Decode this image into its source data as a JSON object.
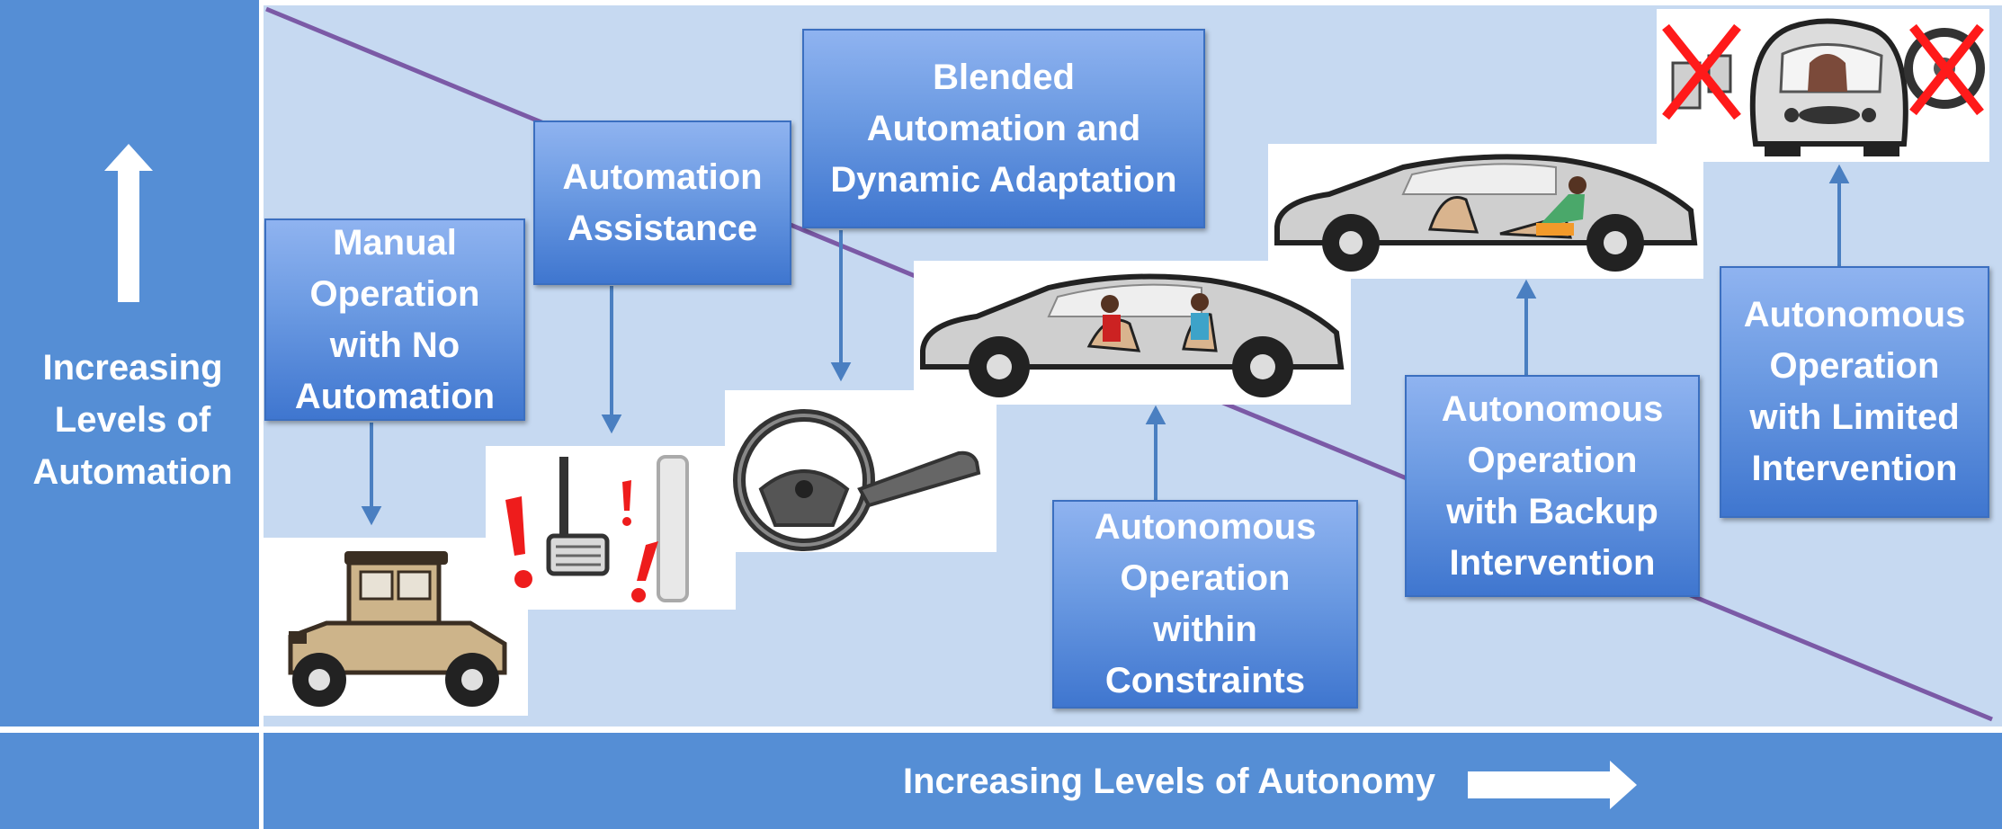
{
  "axes": {
    "vertical_label": "Increasing\nLevels of\nAutomation",
    "horizontal_label": "Increasing Levels of Autonomy"
  },
  "levels": [
    {
      "label": "Manual\nOperation\nwith No\nAutomation",
      "image": "model-t-car-icon"
    },
    {
      "label": "Automation\nAssistance",
      "image": "pedals-warning-icon"
    },
    {
      "label": "Blended\nAutomation and\nDynamic Adaptation",
      "image": "steering-wheel-icon"
    },
    {
      "label": "Autonomous\nOperation\nwithin\nConstraints",
      "image": "car-facing-seats-icon"
    },
    {
      "label": "Autonomous\nOperation\nwith Backup\nIntervention",
      "image": "car-reclined-passenger-icon"
    },
    {
      "label": "Autonomous\nOperation\nwith Limited\nIntervention",
      "image": "self-driving-pod-icon"
    }
  ],
  "colors": {
    "band": "#558ed5",
    "panel": "#c6d9f1",
    "connector": "#4a7fc1",
    "diagonal": "#7b5aa6",
    "label_top": "#8fb3f0",
    "label_bottom": "#3f76cf"
  }
}
